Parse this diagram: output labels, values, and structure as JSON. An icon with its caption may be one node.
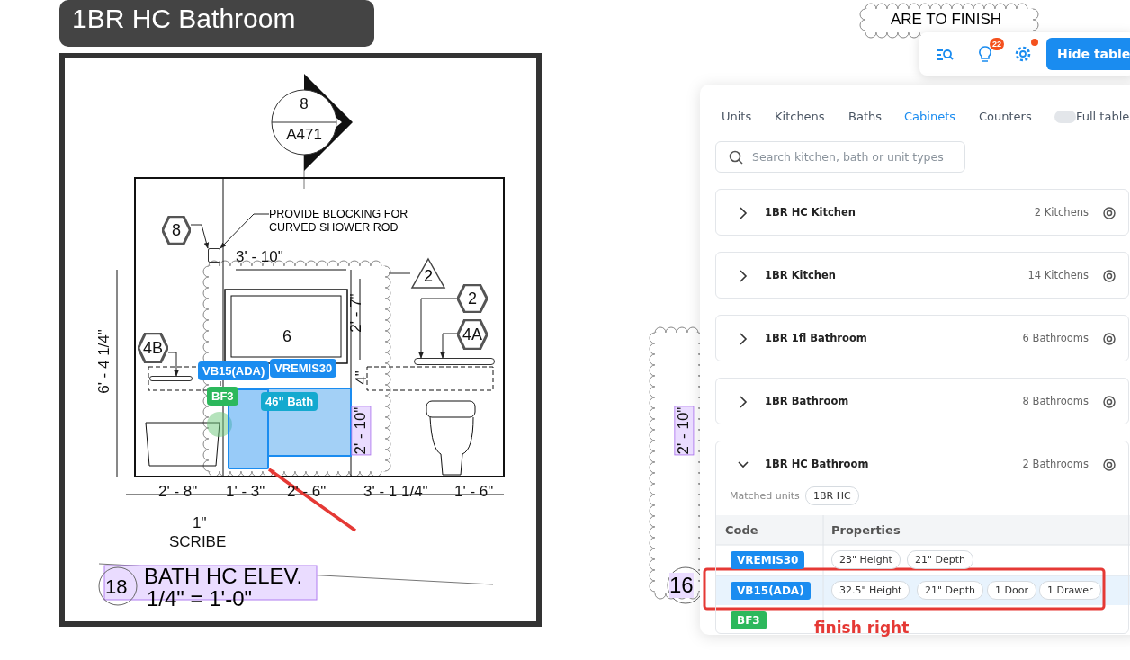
{
  "diagram": {
    "nodes": [
      {
        "text": [
          "8",
          "A471"
        ]
      },
      {
        "text": [
          "8"
        ]
      },
      {
        "text": [
          "PROVIDE BLOCKING FOR CURVED SHOWER ROD"
        ]
      },
      {
        "text": [],
        "shape": "box"
      },
      {
        "text": [
          "2"
        ]
      },
      {
        "text": [
          "2"
        ]
      },
      {
        "text": [
          "4A"
        ]
      },
      {
        "text": [],
        "shape": "bar"
      },
      {
        "text": [
          "6"
        ]
      },
      {
        "text": [
          "4B"
        ]
      },
      {
        "text": [],
        "shape": "bar"
      },
      {
        "text": [
          "VB15(ADA)"
        ]
      },
      {
        "text": [
          "VREMIS30"
        ]
      },
      {
        "text": [
          "BF3"
        ]
      },
      {
        "text": [
          "46\" Bath"
        ]
      },
      {
        "text": [],
        "shape": "box"
      },
      {
        "text": [
          "1BR HC Kitchen",
          "2 Kitchens"
        ]
      },
      {
        "text": [
          "1BR Kitchen",
          "14 Kitchens"
        ]
      },
      {
        "text": [
          "1BR 1fl Bathroom",
          "6 Bathrooms"
        ]
      },
      {
        "text": [
          "1BR Bathroom",
          "8 Bathrooms"
        ]
      },
      {
        "text": [
          "1BR HC Bathroom",
          "2 Bathrooms"
        ]
      }
    ],
    "edges": [
      {
        "from": 2,
        "to": 3,
        "arrow": "to"
      },
      {
        "from": 1,
        "to": 3,
        "arrow": "to"
      },
      {
        "from": 4,
        "to": null,
        "arrow": "none"
      },
      {
        "from": 5,
        "to": 7,
        "arrow": "to"
      },
      {
        "from": 6,
        "to": 7,
        "arrow": "to"
      },
      {
        "from": 9,
        "to": 10,
        "arrow": "to"
      },
      {
        "from": null,
        "to": 15,
        "arrow": "to",
        "style": "thick",
        "color": "#e53935"
      }
    ],
    "labels": [
      "1BR HC Bathroom",
      "ARE TO FINISH",
      "22",
      "Hide table",
      "Units",
      "Kitchens",
      "Baths",
      "Cabinets",
      "Counters",
      "Full table",
      "Search kitchen, bath or unit types",
      "3' - 10\"",
      "6' - 4 1/4\"",
      "2' - 7\"",
      "4\"",
      "2' - 10\"",
      "2' - 8\"",
      "1' - 3\"",
      "2' - 6\"",
      "3' - 1 1/4\"",
      "1' - 6\"",
      "1\"",
      "SCRIBE",
      "18",
      "BATH HC ELEV.",
      "1/4\" = 1'-0\"",
      "2' - 10\"",
      "16",
      "Matched units",
      "1BR HC",
      "Code",
      "Properties",
      "VREMIS30",
      "23\" Height",
      "21\" Depth",
      "VB15(ADA)",
      "32.5\" Height",
      "21\" Depth",
      "1 Door",
      "1 Drawer",
      "BF3",
      "finish right"
    ]
  }
}
